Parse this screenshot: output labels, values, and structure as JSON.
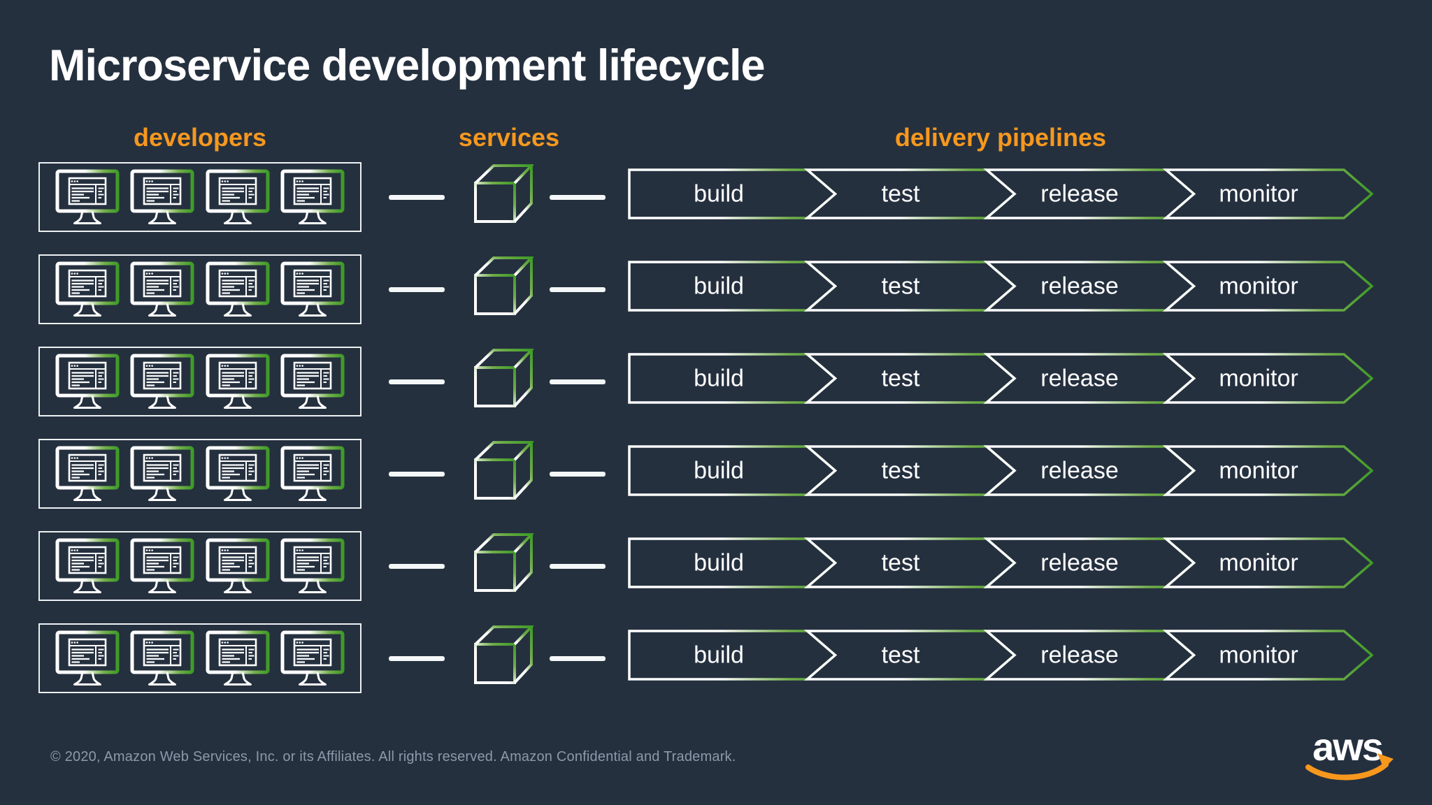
{
  "title": "Microservice development lifecycle",
  "column_headers": {
    "developers": "developers",
    "services": "services",
    "delivery_pipelines": "delivery pipelines"
  },
  "pipeline_stages": [
    "build",
    "test",
    "release",
    "monitor"
  ],
  "row_count": 6,
  "monitors_per_group": 4,
  "icons": {
    "developer_group": "monitor-icon",
    "service": "cube-icon",
    "logo": "aws-logo"
  },
  "footer": "© 2020, Amazon Web Services, Inc. or its Affiliates. All rights reserved. Amazon Confidential and Trademark.",
  "logo_text": "aws",
  "colors": {
    "background": "#25303F",
    "title_text": "#FFFFFF",
    "header_orange": "#F6981E",
    "stage_text": "#FFFFFF",
    "gradient_start": "#FFFFFF",
    "gradient_end": "#3F9B28",
    "connector_white": "#F4F7F7",
    "footer_text": "#8D99A8",
    "logo_smile_orange": "#F7981D"
  }
}
